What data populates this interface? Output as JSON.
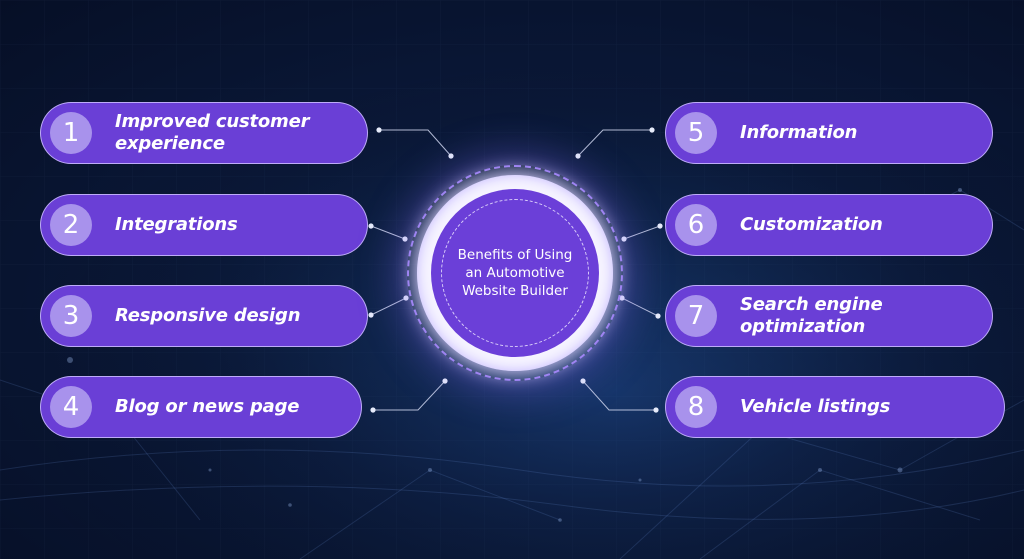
{
  "center": {
    "title": "Benefits of Using an Automotive Website Builder"
  },
  "benefits": [
    {
      "number": "1",
      "label": "Improved customer experience"
    },
    {
      "number": "2",
      "label": "Integrations"
    },
    {
      "number": "3",
      "label": "Responsive design"
    },
    {
      "number": "4",
      "label": "Blog or news page"
    },
    {
      "number": "5",
      "label": "Information"
    },
    {
      "number": "6",
      "label": "Customization"
    },
    {
      "number": "7",
      "label": "Search engine optimization"
    },
    {
      "number": "8",
      "label": "Vehicle listings"
    }
  ],
  "colors": {
    "background": "#0a1838",
    "pill": "#6a3fd6",
    "number_badge": "#a892ec",
    "hub_core": "#6b3fd8",
    "hub_ring": "#f6f4ff",
    "connector": "#cfd6ee"
  }
}
